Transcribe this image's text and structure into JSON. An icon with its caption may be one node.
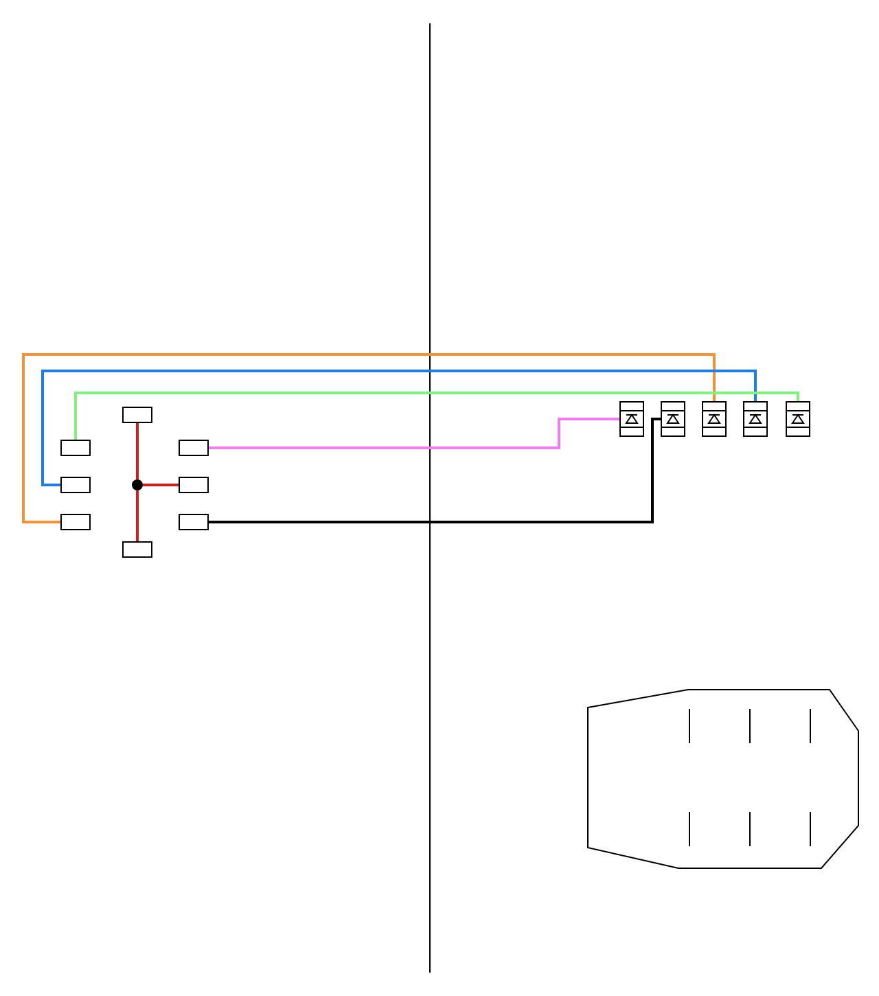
{
  "diagram": {
    "nodes": [
      {
        "text": [],
        "shape": "box"
      },
      {
        "text": [],
        "shape": "box"
      },
      {
        "text": [],
        "shape": "box"
      },
      {
        "text": [],
        "shape": "box"
      },
      {
        "text": [],
        "shape": "circle"
      },
      {
        "text": [],
        "shape": "box"
      },
      {
        "text": [],
        "shape": "box"
      },
      {
        "text": [],
        "shape": "box"
      },
      {
        "text": [],
        "shape": "box"
      },
      {
        "text": [],
        "shape": "picture"
      },
      {
        "text": [],
        "shape": "picture"
      },
      {
        "text": [],
        "shape": "picture"
      },
      {
        "text": [],
        "shape": "picture"
      },
      {
        "text": [],
        "shape": "picture"
      }
    ],
    "edges": [
      {
        "from": 6,
        "to": 11,
        "arrow": "none",
        "color": "#f0943a"
      },
      {
        "from": 3,
        "to": 12,
        "arrow": "none",
        "color": "#1e7fe0"
      },
      {
        "from": 1,
        "to": 13,
        "arrow": "none",
        "color": "#80f080"
      },
      {
        "from": 2,
        "to": 9,
        "arrow": "none",
        "color": "#f07cf0"
      },
      {
        "from": 7,
        "to": 10,
        "arrow": "none",
        "color": "#000000"
      },
      {
        "from": 4,
        "to": 0,
        "arrow": "none",
        "color": "#cc2020"
      },
      {
        "from": 4,
        "to": 8,
        "arrow": "none",
        "color": "#cc2020"
      },
      {
        "from": 4,
        "to": 5,
        "arrow": "none",
        "color": "#cc2020"
      }
    ]
  }
}
